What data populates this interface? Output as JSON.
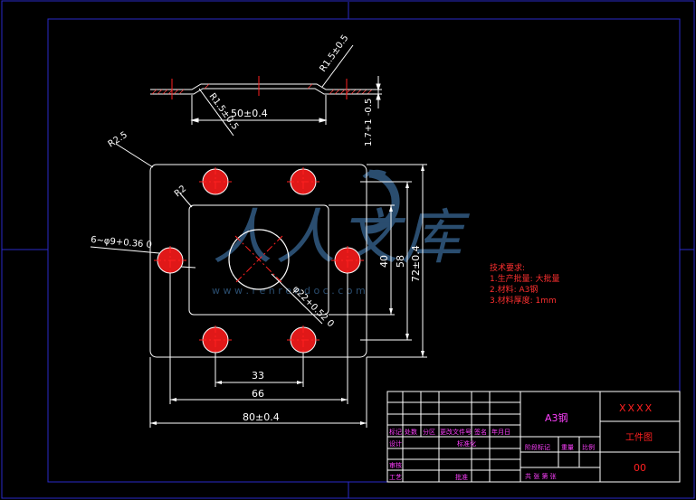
{
  "drawing": {
    "side_view": {
      "radius_top": "R1.5±0.5",
      "radius_bottom": "R1.5±0.5",
      "length": "50±0.4",
      "height": "1.7+1 -0.5"
    },
    "plan_view": {
      "corner_radius": "R2.5",
      "inner_radius": "R2",
      "side_holes": "6~φ9+0.36 0",
      "center_hole": "φ22+0.52 0",
      "dim_inner_height": "40",
      "dim_hole_pitch_y": "58",
      "dim_overall_height": "72±0.4",
      "dim_inner_width": "33",
      "dim_hole_pitch_x": "66",
      "dim_overall_width": "80±0.4"
    },
    "watermark": {
      "brand": "人人文库",
      "url": "w w w . r e n r e n d o c . c o m"
    }
  },
  "tech_notes": {
    "title": "技术要求:",
    "items": [
      "1.生产批量: 大批量",
      "2.材料: A3钢",
      "3.材料厚度: 1mm"
    ]
  },
  "title_block": {
    "material": "A3钢",
    "company": "XXXX",
    "part_name": "工件图",
    "drawing_no": "00",
    "row_labels": [
      "标记",
      "处数",
      "分区",
      "更改文件号",
      "签名",
      "年月日"
    ],
    "label_designer": "设计",
    "label_standard": "标准化",
    "label_review": "审核",
    "label_process": "工艺",
    "label_approve": "批准",
    "label_stage": "阶段标记",
    "label_weight": "重量",
    "label_scale": "比例",
    "sheet_text": "共  张 第  张"
  },
  "colors": {
    "background": "#000000",
    "frame": "#2a2ac8",
    "outline": "#ffffff",
    "center_line": "#ff2020",
    "hole_fill": "#e01818",
    "dimension": "#ffffff",
    "magenta_text": "#ff40ff",
    "watermark": "#3d6e9e"
  }
}
